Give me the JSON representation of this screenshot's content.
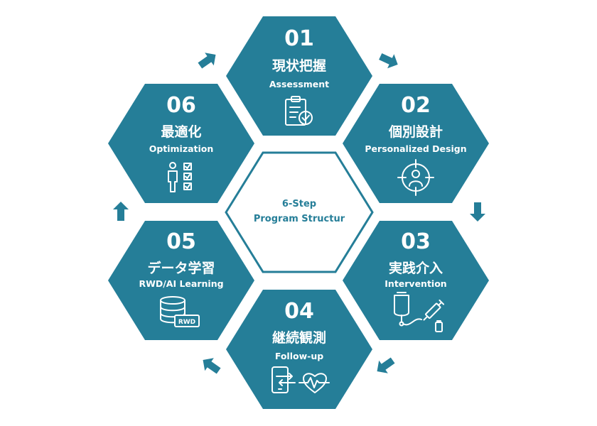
{
  "colors": {
    "primary": "#257e98",
    "background": "#ffffff"
  },
  "center": {
    "line1": "6-Step",
    "line2": "Program Structur"
  },
  "steps": [
    {
      "num": "01",
      "jp": "現状把握",
      "en": "Assessment",
      "icon": "clipboard-check-icon"
    },
    {
      "num": "02",
      "jp": "個別設計",
      "en": "Personalized Design",
      "icon": "target-person-icon"
    },
    {
      "num": "03",
      "jp": "実践介入",
      "en": "Intervention",
      "icon": "iv-bag-syringe-icon"
    },
    {
      "num": "04",
      "jp": "継続観測",
      "en": "Follow-up",
      "icon": "phone-heartbeat-icon"
    },
    {
      "num": "05",
      "jp": "データ学習",
      "en": "RWD/AI Learning",
      "icon": "database-icon",
      "badge": "RWD"
    },
    {
      "num": "06",
      "jp": "最適化",
      "en": "Optimization",
      "icon": "person-checklist-icon"
    }
  ]
}
